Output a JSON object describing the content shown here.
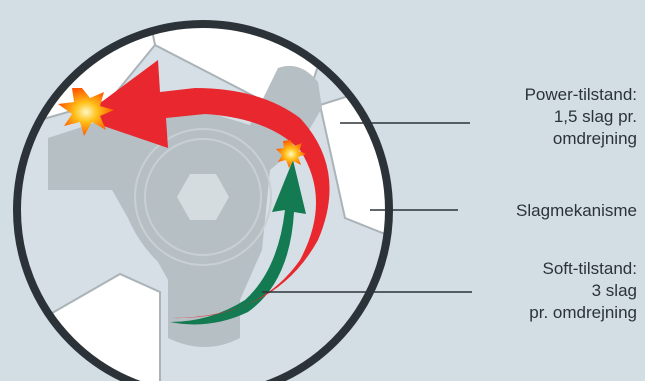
{
  "labels": {
    "power": [
      "Power-tilstand:",
      "1,5 slag pr.",
      "omdrejning"
    ],
    "hammer": [
      "Slagmekanisme"
    ],
    "soft": [
      "Soft-tilstand:",
      "3 slag",
      "pr. omdrejning"
    ]
  },
  "colors": {
    "background": "#d3dde4",
    "rim": "#2c3338",
    "segment": "#ffffff",
    "anvil": "#b6bfc4",
    "power_arrow": "#e8282e",
    "soft_arrow": "#137a52",
    "spark": "#ff8a00"
  }
}
